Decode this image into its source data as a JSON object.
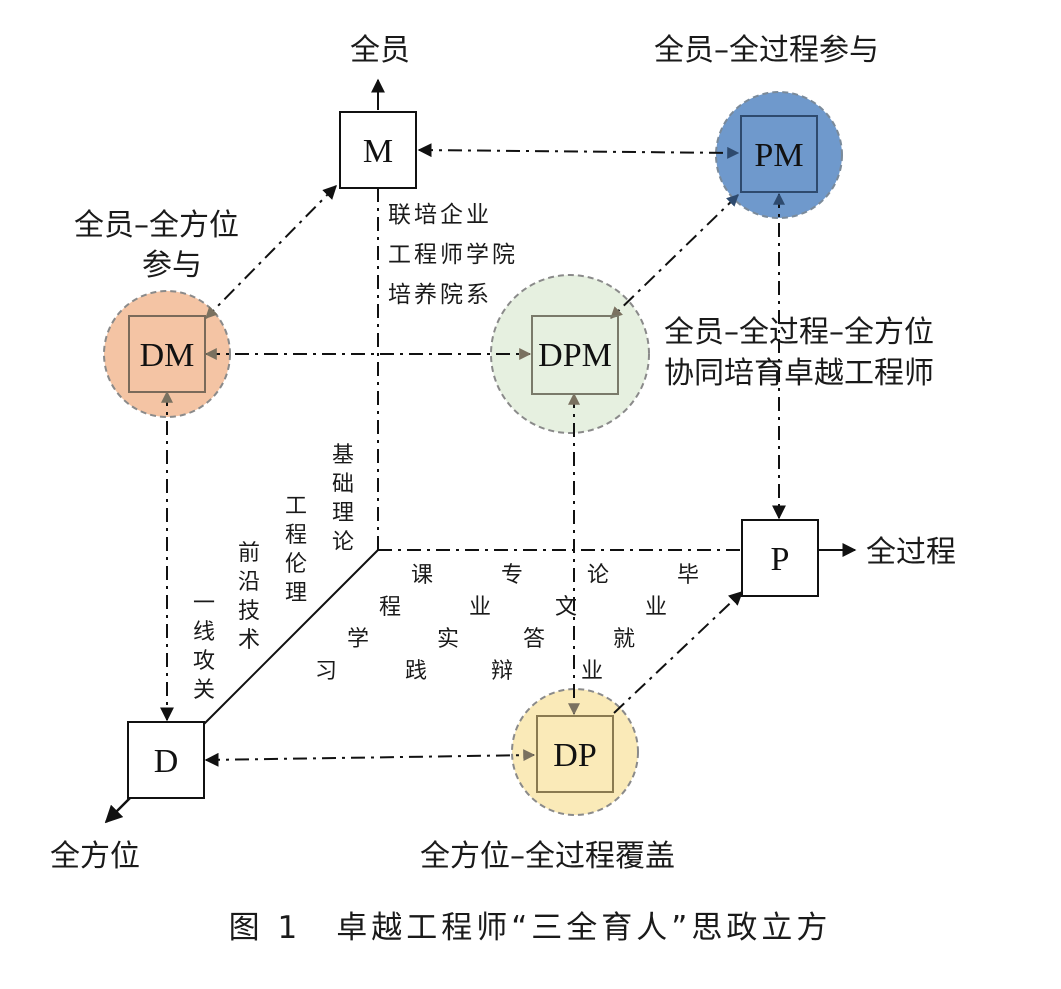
{
  "nodes": {
    "M": "M",
    "P": "P",
    "D": "D",
    "PM": "PM",
    "DM": "DM",
    "DPM": "DPM",
    "DP": "DP"
  },
  "colors": {
    "PM": "#6f99cc",
    "DM": "#f4c4a4",
    "DPM": "#e6f0e0",
    "DP": "#faeab8",
    "circle_border": "#7a8a9a"
  },
  "axis_labels": {
    "vertical": "全员",
    "horizontal": "全过程",
    "depth": "全方位"
  },
  "corner_labels": {
    "pm": "全员–全过程参与",
    "dm_line1": "全员–全方位",
    "dm_line2": "参与",
    "dpm_line1": "全员–全过程–全方位",
    "dpm_line2": "协同培育卓越工程师",
    "dp": "全方位–全过程覆盖"
  },
  "vertical_axis_notes": [
    "联培企业",
    "工程师学院",
    "培养院系"
  ],
  "depth_axis_columns": [
    "基础理论",
    "工程伦理",
    "前沿技术",
    "一线攻关"
  ],
  "horizontal_axis_items": [
    "课程学习",
    "专业实践",
    "论文答辩",
    "毕业就业"
  ],
  "caption": "图 1　卓越工程师“三全育人”思政立方"
}
